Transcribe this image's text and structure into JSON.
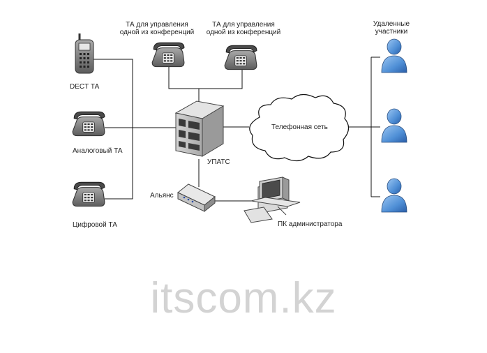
{
  "diagram": {
    "nodes": {
      "dect": {
        "label": "DECT ТА",
        "icon": "dect-phone-icon"
      },
      "analog": {
        "label": "Аналоговый ТА",
        "icon": "desk-phone-icon"
      },
      "digital": {
        "label": "Цифровой ТА",
        "icon": "desk-phone-icon"
      },
      "conf1": {
        "label_line1": "ТА для управления",
        "label_line2": "одной из конференций",
        "icon": "desk-phone-icon"
      },
      "conf2": {
        "label_line1": "ТА для управления",
        "label_line2": "одной из конференций",
        "icon": "desk-phone-icon"
      },
      "pbx": {
        "label": "УПАТС",
        "icon": "pbx-server-icon"
      },
      "alliance": {
        "label": "Альянс",
        "icon": "alliance-device-icon"
      },
      "pc": {
        "label": "ПК администратора",
        "icon": "admin-pc-icon"
      },
      "network": {
        "label": "Телефонная сеть",
        "icon": "cloud-icon"
      },
      "remote": {
        "label_line1": "Удаленные",
        "label_line2": "участники",
        "icon": "user-icon"
      }
    },
    "watermark": "itscom.kz"
  },
  "colors": {
    "line": "#111111",
    "phone_body": "#8c8c8c",
    "server_body": "#b8b8b8",
    "user_blue": "#3d7bc8",
    "watermark": "#d3d3d3"
  }
}
